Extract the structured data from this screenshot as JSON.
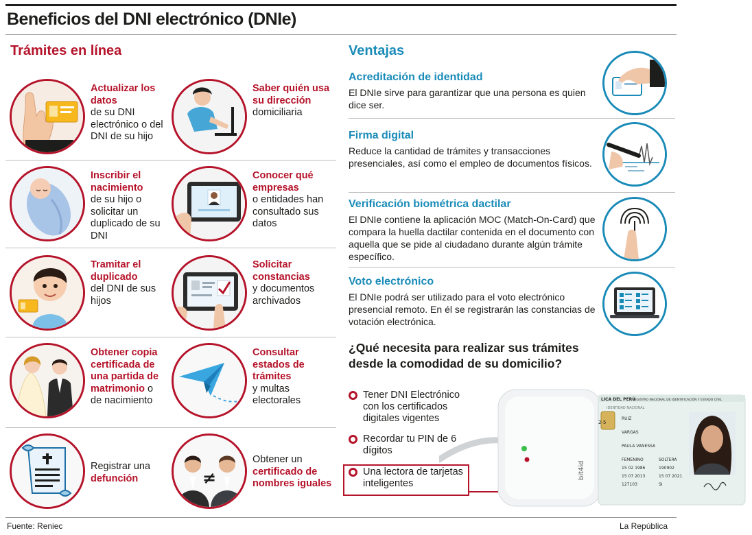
{
  "title": "Beneficios del DNI electrónico (DNIe)",
  "left_section": {
    "heading": "Trámites en línea",
    "items": [
      {
        "icon": "hand-holding-card-icon",
        "hl": "Actualizar los datos",
        "rest": "de su DNI electrónico o del DNI de su hijo"
      },
      {
        "icon": "person-at-laptop-icon",
        "hl": "Saber quién usa su dirección",
        "rest": "domiciliaria"
      },
      {
        "icon": "newborn-baby-icon",
        "hl": "Inscribir el nacimiento",
        "rest": "de su hijo o solicitar un duplicado de su DNI"
      },
      {
        "icon": "tablet-profile-icon",
        "hl": "Conocer qué empresas",
        "rest": "o entidades han consultado sus datos"
      },
      {
        "icon": "child-with-card-icon",
        "hl": "Tramitar el duplicado",
        "rest": "del DNI de sus hijos"
      },
      {
        "icon": "tablet-documents-icon",
        "hl": "Solicitar constancias",
        "rest": "y documentos archivados"
      },
      {
        "icon": "bride-groom-icon",
        "hl": "Obtener copia certificada de una partida de matrimonio",
        "hl_tail": "o",
        "rest": "de nacimiento"
      },
      {
        "icon": "paper-plane-icon",
        "hl": "Consultar estados de trámites",
        "rest": "y multas electorales"
      },
      {
        "icon": "death-certificate-icon",
        "pre": "Registrar una",
        "hl": "defunción"
      },
      {
        "icon": "two-men-not-equal-icon",
        "pre": "Obtener un",
        "hl": "certificado de nombres iguales",
        "sym": "≠"
      }
    ]
  },
  "right_section": {
    "heading": "Ventajas",
    "items": [
      {
        "icon": "finger-card-icon",
        "title": "Acreditación de identidad",
        "body": "El DNIe sirve para garantizar que una persona es quien dice ser."
      },
      {
        "icon": "signing-pen-icon",
        "title": "Firma digital",
        "body": "Reduce la cantidad de trámites y transacciones presenciales, así como el empleo de documentos físicos."
      },
      {
        "icon": "fingerprint-icon",
        "title": "Verificación biométrica dactilar",
        "body": "El DNIe contiene la aplicación MOC (Match-On-Card) que compara la huella dactilar contenida en el documento con aquella que se pide al ciudadano durante algún trámite específico."
      },
      {
        "icon": "laptop-vote-icon",
        "title": "Voto electrónico",
        "body": "El DNIe podrá ser utilizado para el voto electrónico presencial remoto. En él se registrarán las constancias de votación electrónica."
      }
    ]
  },
  "question": "¿Qué necesita para realizar sus trámites desde la comodidad de su domicilio?",
  "requirements": [
    "Tener DNI Electrónico con los certificados digitales vigentes",
    "Recordar tu PIN de 6 dígitos",
    "Una lectora de tarjetas inteligentes"
  ],
  "card": {
    "header_left": "LICA DEL PERÚ",
    "header_right": "REGISTRO NACIONAL DE IDENTIFICACIÓN Y ESTADO CIVIL",
    "subheader": "IDENTIDAD NACIONAL",
    "surname1": "RUIZ",
    "surname2": "VARGAS",
    "given_names": "PAULA VANESSA",
    "sex": "FEMENINO",
    "civil_status": "SOLTERA",
    "date1": "15 02 1986",
    "code": "190902",
    "date2": "15 07 2013",
    "date3": "15 07 2021",
    "number": "127103",
    "vote": "SI",
    "id_fragment": "2-5"
  },
  "reader_label": "bit4id",
  "footer": {
    "source": "Fuente: Reniec",
    "brand": "La República"
  },
  "colors": {
    "red": "#b5132a",
    "blue": "#1a8bb8",
    "text": "#1d1d1b"
  }
}
